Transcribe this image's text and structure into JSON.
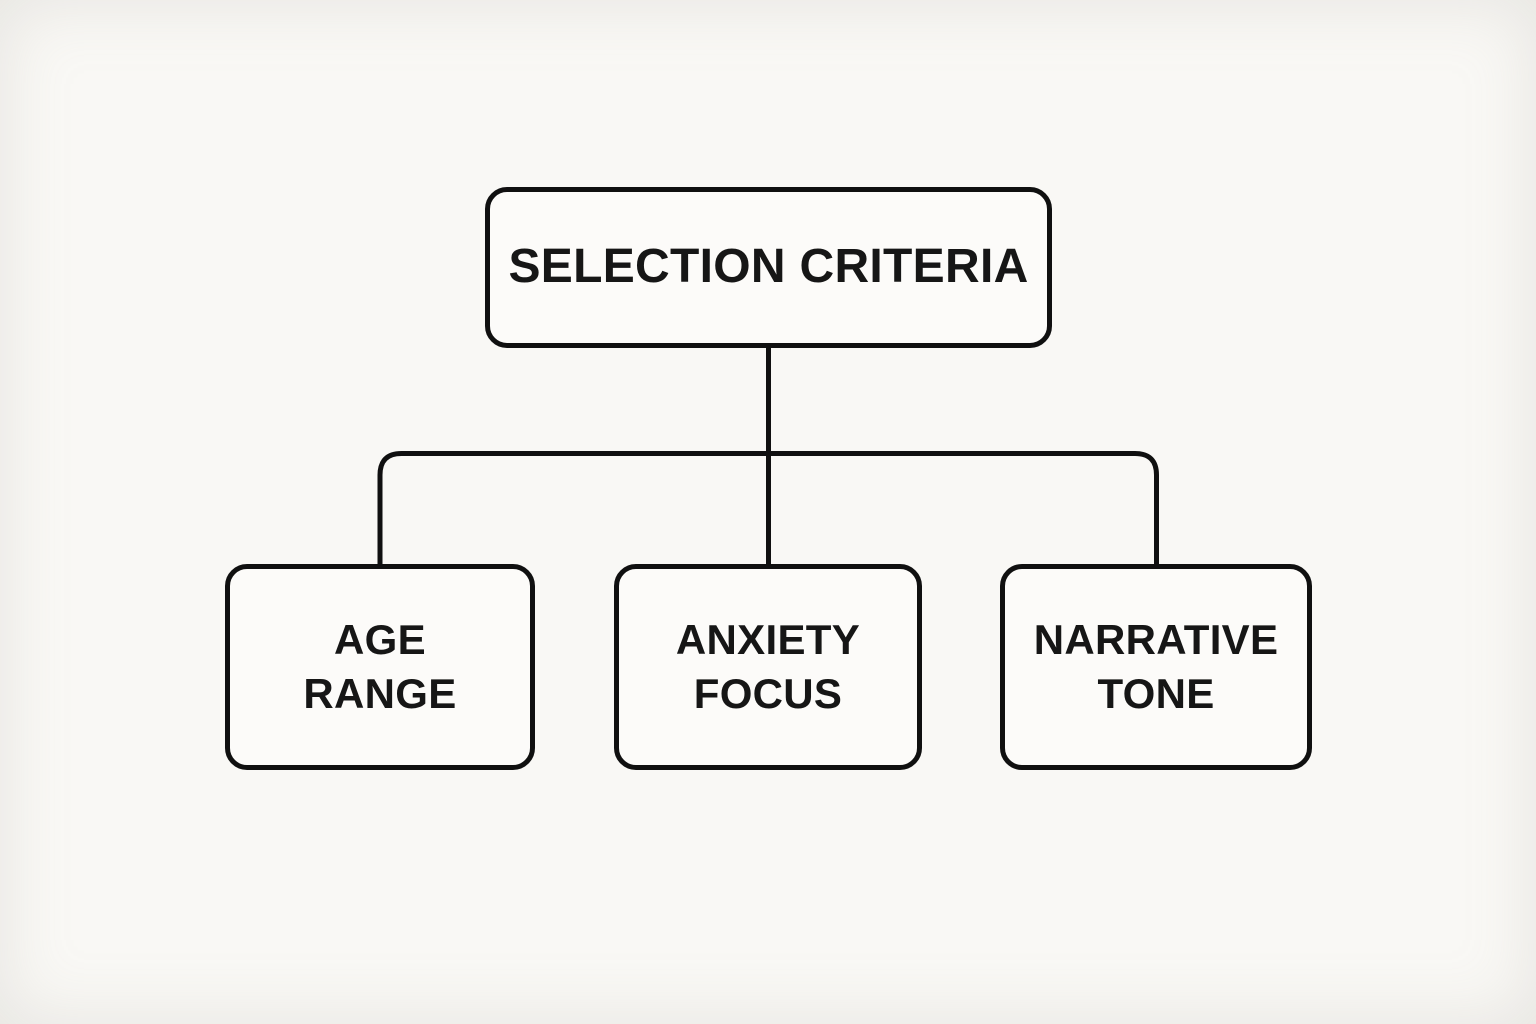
{
  "diagram": {
    "type": "flowchart",
    "root": {
      "id": "selection-criteria",
      "label_lines": [
        "SELECTION CRITERIA"
      ]
    },
    "children": [
      {
        "id": "age-range",
        "label_lines": [
          "AGE",
          "RANGE"
        ]
      },
      {
        "id": "anxiety-focus",
        "label_lines": [
          "ANXIETY",
          "FOCUS"
        ]
      },
      {
        "id": "narrative-tone",
        "label_lines": [
          "NARRATIVE",
          "TONE"
        ]
      }
    ],
    "edges": [
      {
        "from": "selection-criteria",
        "to": "age-range"
      },
      {
        "from": "selection-criteria",
        "to": "anxiety-focus"
      },
      {
        "from": "selection-criteria",
        "to": "narrative-tone"
      }
    ],
    "colors": {
      "background": "#f9f8f5",
      "node_fill": "#fcfbf9",
      "node_border": "#101010",
      "text": "#161616",
      "connector": "#101010"
    }
  }
}
